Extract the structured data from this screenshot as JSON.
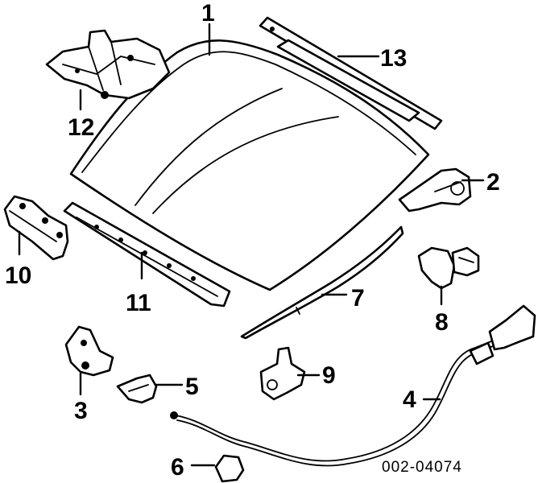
{
  "callouts": {
    "c1": "1",
    "c2": "2",
    "c3": "3",
    "c4": "4",
    "c5": "5",
    "c6": "6",
    "c7": "7",
    "c8": "8",
    "c9": "9",
    "c10": "10",
    "c11": "11",
    "c12": "12",
    "c13": "13"
  },
  "reference_number": "002-04074",
  "colors": {
    "line": "#000000",
    "background": "#ffffff"
  }
}
